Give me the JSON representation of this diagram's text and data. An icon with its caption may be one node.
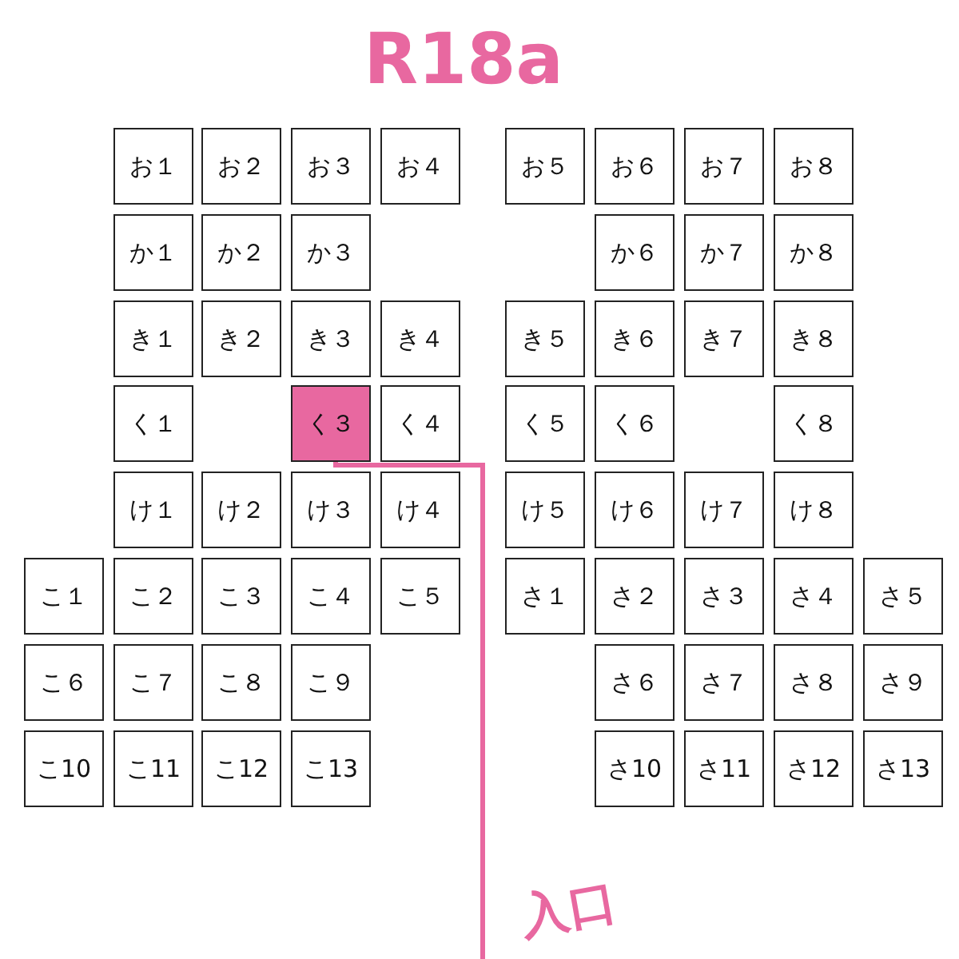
{
  "diagram": {
    "title": "R18a",
    "nodes": [
      {
        "text": [
          "お１"
        ]
      },
      {
        "text": [
          "お２"
        ]
      },
      {
        "text": [
          "お３"
        ]
      },
      {
        "text": [
          "お４"
        ]
      },
      {
        "text": [
          "お５"
        ]
      },
      {
        "text": [
          "お６"
        ]
      },
      {
        "text": [
          "お７"
        ]
      },
      {
        "text": [
          "お８"
        ]
      },
      {
        "text": [
          "か１"
        ]
      },
      {
        "text": [
          "か２"
        ]
      },
      {
        "text": [
          "か３"
        ]
      },
      {
        "text": [
          "か６"
        ]
      },
      {
        "text": [
          "か７"
        ]
      },
      {
        "text": [
          "か８"
        ]
      },
      {
        "text": [
          "き１"
        ]
      },
      {
        "text": [
          "き２"
        ]
      },
      {
        "text": [
          "き３"
        ]
      },
      {
        "text": [
          "き４"
        ]
      },
      {
        "text": [
          "き５"
        ]
      },
      {
        "text": [
          "き６"
        ]
      },
      {
        "text": [
          "き７"
        ]
      },
      {
        "text": [
          "き８"
        ]
      },
      {
        "text": [
          "く１"
        ]
      },
      {
        "text": [
          "く３"
        ]
      },
      {
        "text": [
          "く４"
        ]
      },
      {
        "text": [
          "く５"
        ]
      },
      {
        "text": [
          "く６"
        ]
      },
      {
        "text": [
          "く８"
        ]
      },
      {
        "text": [
          "け１"
        ]
      },
      {
        "text": [
          "け２"
        ]
      },
      {
        "text": [
          "け３"
        ]
      },
      {
        "text": [
          "け４"
        ]
      },
      {
        "text": [
          "け５"
        ]
      },
      {
        "text": [
          "け６"
        ]
      },
      {
        "text": [
          "け７"
        ]
      },
      {
        "text": [
          "け８"
        ]
      },
      {
        "text": [
          "こ１"
        ]
      },
      {
        "text": [
          "こ２"
        ]
      },
      {
        "text": [
          "こ３"
        ]
      },
      {
        "text": [
          "こ４"
        ]
      },
      {
        "text": [
          "こ５"
        ]
      },
      {
        "text": [
          "さ１"
        ]
      },
      {
        "text": [
          "さ２"
        ]
      },
      {
        "text": [
          "さ３"
        ]
      },
      {
        "text": [
          "さ４"
        ]
      },
      {
        "text": [
          "さ５"
        ]
      },
      {
        "text": [
          "こ６"
        ]
      },
      {
        "text": [
          "こ７"
        ]
      },
      {
        "text": [
          "こ８"
        ]
      },
      {
        "text": [
          "こ９"
        ]
      },
      {
        "text": [
          "さ６"
        ]
      },
      {
        "text": [
          "さ７"
        ]
      },
      {
        "text": [
          "さ８"
        ]
      },
      {
        "text": [
          "さ９"
        ]
      },
      {
        "text": [
          "こ10"
        ]
      },
      {
        "text": [
          "こ11"
        ]
      },
      {
        "text": [
          "こ12"
        ]
      },
      {
        "text": [
          "こ13"
        ]
      },
      {
        "text": [
          "さ10"
        ]
      },
      {
        "text": [
          "さ11"
        ]
      },
      {
        "text": [
          "さ12"
        ]
      },
      {
        "text": [
          "さ13"
        ]
      }
    ],
    "edges": [
      {
        "from": null,
        "to": 23,
        "arrow": "none",
        "color": "#e868a0"
      }
    ],
    "labels": [
      "入口"
    ]
  }
}
